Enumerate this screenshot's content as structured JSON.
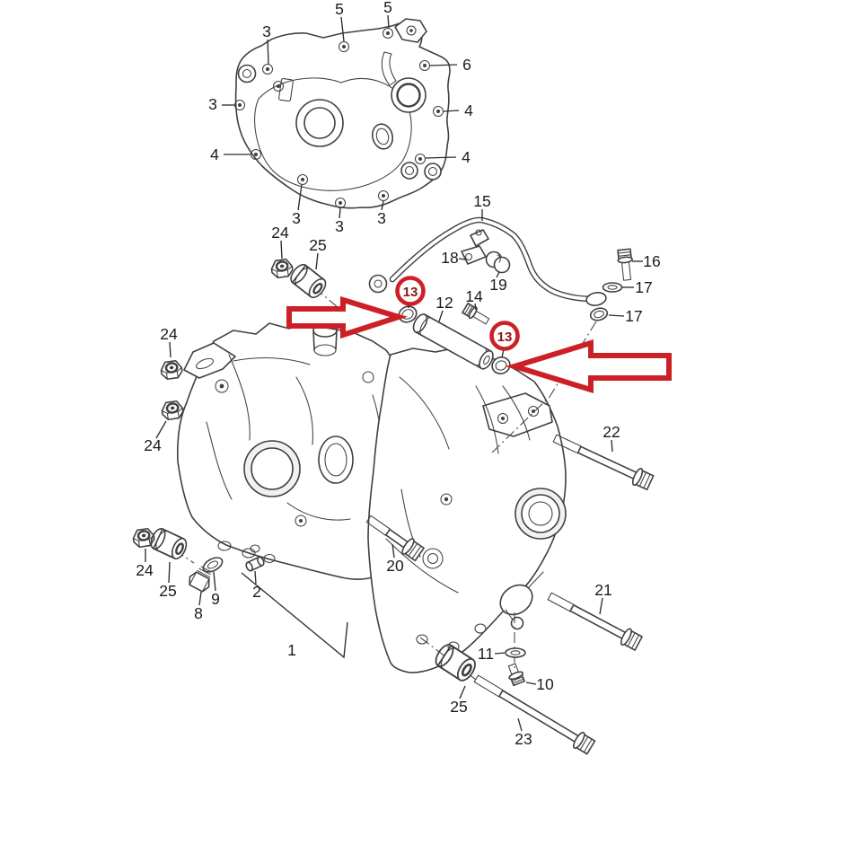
{
  "diagram": {
    "kind": "exploded-parts-diagram",
    "subject": "engine crankcase assembly"
  },
  "colors": {
    "background": "#ffffff",
    "line": "#404040",
    "label_text": "#1b1b1b",
    "highlight": "#cd2026"
  },
  "callouts": [
    {
      "label": "5"
    },
    {
      "label": "5"
    },
    {
      "label": "3"
    },
    {
      "label": "6"
    },
    {
      "label": "3"
    },
    {
      "label": "4"
    },
    {
      "label": "4"
    },
    {
      "label": "4"
    },
    {
      "label": "3"
    },
    {
      "label": "3"
    },
    {
      "label": "3"
    },
    {
      "label": "24"
    },
    {
      "label": "25"
    },
    {
      "label": "15"
    },
    {
      "label": "18"
    },
    {
      "label": "19"
    },
    {
      "label": "16"
    },
    {
      "label": "17"
    },
    {
      "label": "17"
    },
    {
      "label": "12"
    },
    {
      "label": "14"
    },
    {
      "label": "24"
    },
    {
      "label": "24"
    },
    {
      "label": "24"
    },
    {
      "label": "25"
    },
    {
      "label": "9"
    },
    {
      "label": "8"
    },
    {
      "label": "2"
    },
    {
      "label": "1"
    },
    {
      "label": "20"
    },
    {
      "label": "22"
    },
    {
      "label": "21"
    },
    {
      "label": "11"
    },
    {
      "label": "10"
    },
    {
      "label": "25"
    },
    {
      "label": "23"
    }
  ],
  "highlights": {
    "circles": [
      {
        "label": "13"
      },
      {
        "label": "13"
      }
    ],
    "arrows": [
      {
        "name": "left-highlight-arrow",
        "direction": "right"
      },
      {
        "name": "right-highlight-arrow",
        "direction": "left"
      }
    ]
  }
}
